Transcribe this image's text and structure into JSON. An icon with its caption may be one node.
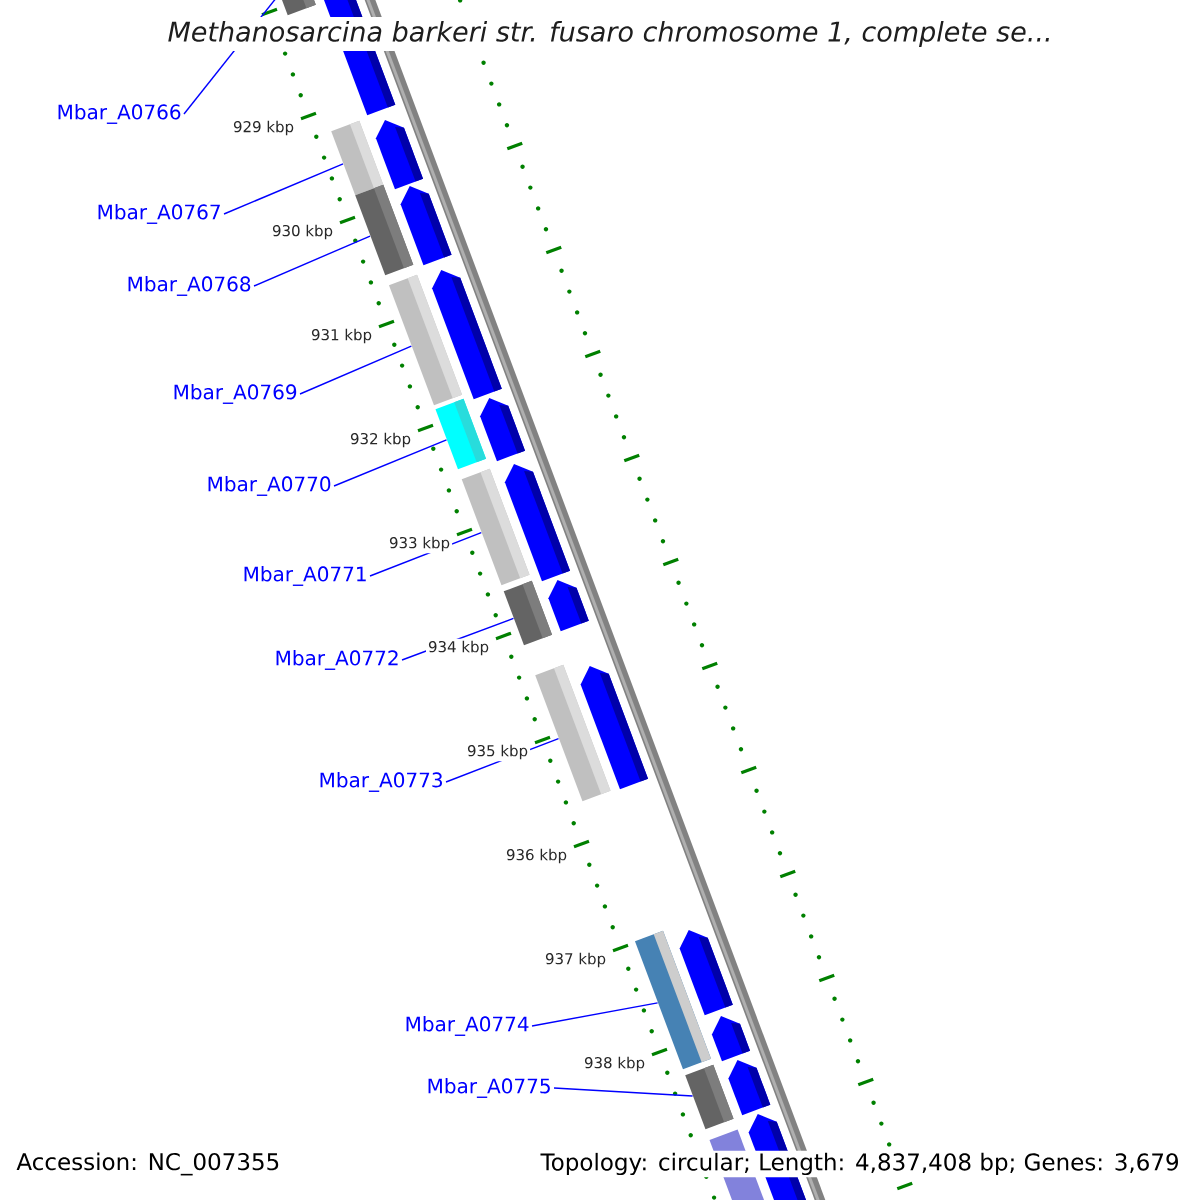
{
  "diagram": {
    "title": "Methanosarcina barkeri str. fusaro chromosome 1, complete se...",
    "nodes": [
      {
        "text": [
          "Mbar_A0766"
        ]
      },
      {
        "text": [
          "Mbar_A0767"
        ]
      },
      {
        "text": [
          "Mbar_A0768"
        ]
      },
      {
        "text": [
          "Mbar_A0769"
        ]
      },
      {
        "text": [
          "Mbar_A0770"
        ]
      },
      {
        "text": [
          "Mbar_A0771"
        ]
      },
      {
        "text": [
          "Mbar_A0772"
        ]
      },
      {
        "text": [
          "Mbar_A0773"
        ]
      },
      {
        "text": [
          "Mbar_A0774"
        ]
      },
      {
        "text": [
          "Mbar_A0775"
        ]
      },
      {
        "text": [],
        "shape": "bar"
      },
      {
        "text": [],
        "shape": "bar"
      },
      {
        "text": [],
        "shape": "bar"
      },
      {
        "text": [],
        "shape": "bar"
      },
      {
        "text": [],
        "shape": "bar"
      },
      {
        "text": [],
        "shape": "bar"
      },
      {
        "text": [],
        "shape": "bar"
      },
      {
        "text": [],
        "shape": "bar"
      },
      {
        "text": [],
        "shape": "bar"
      },
      {
        "text": [],
        "shape": "bar"
      }
    ],
    "edges": [
      {
        "from": 0,
        "to": 10,
        "arrow": "none"
      },
      {
        "from": 1,
        "to": 11,
        "arrow": "none"
      },
      {
        "from": 2,
        "to": 12,
        "arrow": "none"
      },
      {
        "from": 3,
        "to": 13,
        "arrow": "none"
      },
      {
        "from": 4,
        "to": 14,
        "arrow": "none"
      },
      {
        "from": 5,
        "to": 15,
        "arrow": "none"
      },
      {
        "from": 6,
        "to": 16,
        "arrow": "none"
      },
      {
        "from": 7,
        "to": 17,
        "arrow": "none"
      },
      {
        "from": 8,
        "to": 18,
        "arrow": "none"
      },
      {
        "from": 9,
        "to": 19,
        "arrow": "none"
      }
    ],
    "labels": [
      "929 kbp",
      "930 kbp",
      "931 kbp",
      "932 kbp",
      "933 kbp",
      "934 kbp",
      "935 kbp",
      "936 kbp",
      "937 kbp",
      "938 kbp",
      "Accession: NC_007355",
      "Topology: circular; Length: 4,837,408 bp; Genes: 3,679"
    ]
  }
}
